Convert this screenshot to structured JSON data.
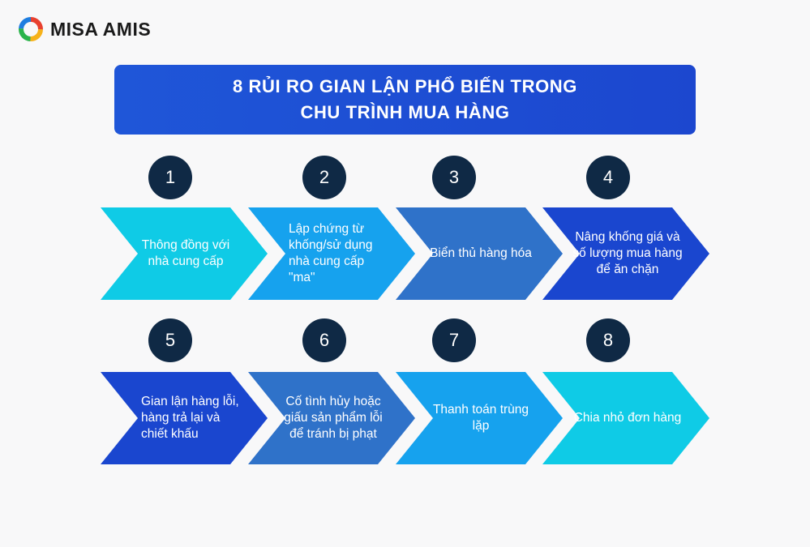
{
  "brand": {
    "name": "MISA AMIS"
  },
  "title": {
    "line1": "8 RỦI RO GIAN LẬN PHỔ BIẾN TRONG",
    "line2": "CHU TRÌNH MUA HÀNG"
  },
  "steps": [
    {
      "number": "1",
      "text": "Thông đồng với nhà cung cấp",
      "color": "#0fcbe6"
    },
    {
      "number": "2",
      "text": "Lập chứng từ khống/sử dụng nhà cung cấp \"ma\"",
      "color": "#16a2ee"
    },
    {
      "number": "3",
      "text": "Biển thủ hàng hóa",
      "color": "#2f72c9"
    },
    {
      "number": "4",
      "text": "Nâng khống giá và số lượng mua hàng để ăn chặn",
      "color": "#1a46cf"
    },
    {
      "number": "5",
      "text": "Gian lận hàng lỗi, hàng trả lại và chiết khấu",
      "color": "#1a46cf"
    },
    {
      "number": "6",
      "text": "Cố tình hủy hoặc giấu sản phẩm lỗi để tránh bị phạt",
      "color": "#2f72c9"
    },
    {
      "number": "7",
      "text": "Thanh toán trùng lặp",
      "color": "#16a2ee"
    },
    {
      "number": "8",
      "text": "Chia nhỏ đơn hàng",
      "color": "#0fcbe6"
    }
  ],
  "colors": {
    "banner": "#1f56d8",
    "badge": "#0f2945",
    "background": "#f8f8f9"
  }
}
